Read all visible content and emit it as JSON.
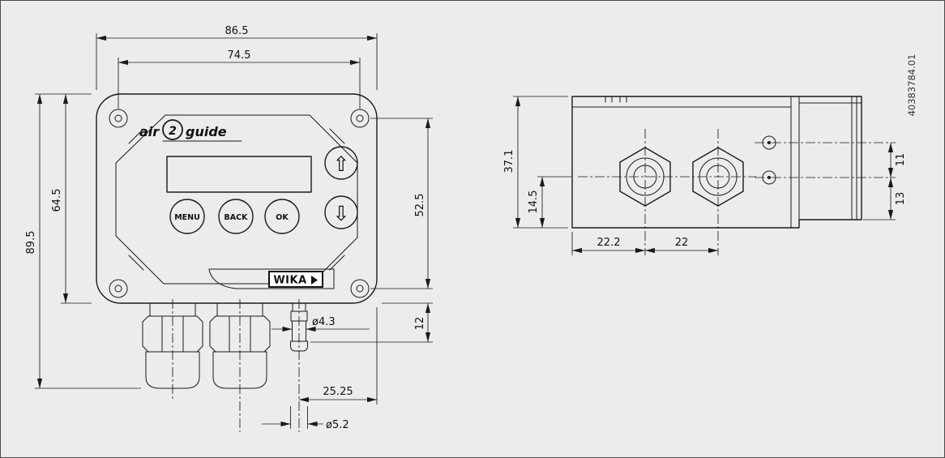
{
  "page": {
    "background_color": "#ececec",
    "line_color": "#1a1a1a",
    "drawing_number": "40383784.01"
  },
  "front_view": {
    "logo": {
      "air": "air",
      "two": "2",
      "guide": "guide"
    },
    "buttons": {
      "menu": "MENU",
      "back": "BACK",
      "ok": "OK"
    },
    "arrows": {
      "up": "⇧",
      "down": "⇩"
    },
    "brand": "WIKA",
    "dims": {
      "overall_width": "86.5",
      "hole_spacing_x": "74.5",
      "overall_height": "89.5",
      "body_height": "64.5",
      "hole_spacing_y": "52.5",
      "port_length": "12",
      "port_diameter": "ø4.3",
      "port_offset": "25.25",
      "tip_diameter": "ø5.2"
    }
  },
  "side_view": {
    "dims": {
      "depth": "37.1",
      "gland_axis_height": "14.5",
      "gland1_offset": "22.2",
      "gland_spacing": "22",
      "hole_spacing": "11",
      "hole_to_bottom": "13"
    }
  }
}
